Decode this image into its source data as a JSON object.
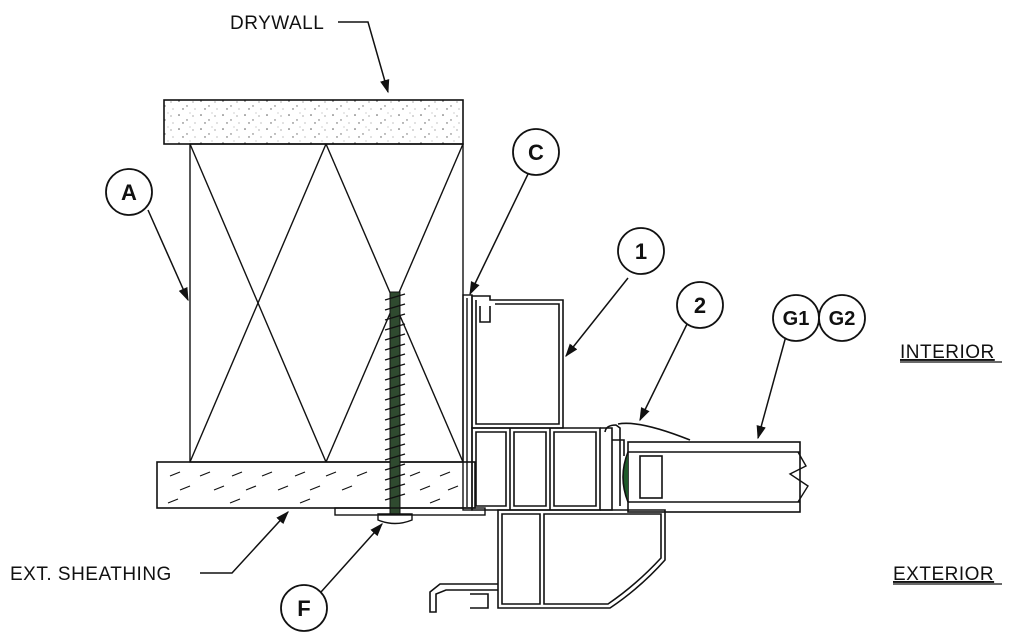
{
  "labels": {
    "drywall": "DRYWALL",
    "ext_sheathing": "EXT. SHEATHING",
    "interior": "INTERIOR",
    "exterior": "EXTERIOR"
  },
  "callouts": {
    "a": "A",
    "c": "C",
    "f": "F",
    "one": "1",
    "two": "2",
    "g1": "G1",
    "g2": "G2"
  },
  "colors": {
    "line": "#111111",
    "screw_core": "#2f4a2f",
    "glazing_seal": "#1f5a2a"
  }
}
